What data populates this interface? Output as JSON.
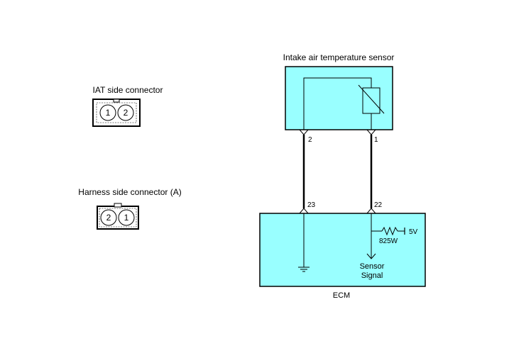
{
  "iat_connector": {
    "title": "IAT side connector",
    "pins": [
      "1",
      "2"
    ]
  },
  "harness_connector": {
    "title": "Harness side connector (A)",
    "pins": [
      "2",
      "1"
    ]
  },
  "sensor": {
    "title": "Intake air temperature sensor",
    "pin_left": "2",
    "pin_right": "1"
  },
  "ecm": {
    "title": "ECM",
    "pin_left": "23",
    "pin_right": "22",
    "voltage": "5V",
    "resistor": "825W",
    "signal_line1": "Sensor",
    "signal_line2": "Signal"
  },
  "colors": {
    "box_fill": "#99ffff",
    "line": "#000000"
  }
}
